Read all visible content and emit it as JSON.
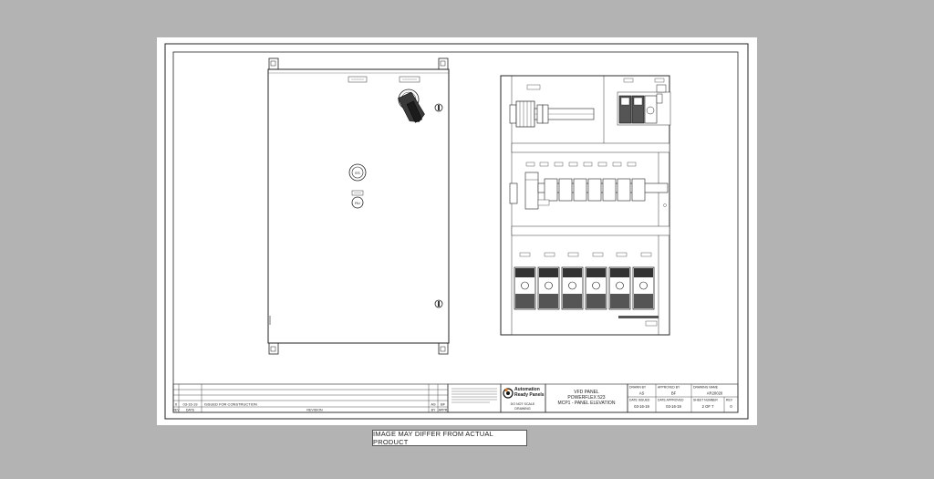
{
  "disclaimer": "IMAGE MAY DIFFER FROM ACTUAL PRODUCT",
  "door": {
    "button_labels": [
      "ES",
      "RU"
    ]
  },
  "title_block": {
    "company_line1": "Automation",
    "company_line2": "Ready Panels",
    "scale_note_line1": "DO NOT SCALE",
    "scale_note_line2": "DRAWING",
    "title_line1": "VFD PANEL",
    "title_line2": "POWERFLEX 523",
    "title_line3": "MCP1 - PANEL ELEVATION",
    "drawn_by_label": "DRAWN BY",
    "drawn_by": "AS",
    "approved_by_label": "APPROVED BY",
    "approved_by": "BF",
    "drawing_name_label": "DRAWING NAME",
    "drawing_name": "AR20020",
    "date_issued_label": "DATE ISSUED",
    "date_issued": "03-16-19",
    "date_approved_label": "DATE APPROVED",
    "date_approved": "03-16-19",
    "sheet_number_label": "SHEET NUMBER",
    "sheet_number": "2 OF 7",
    "rev_label": "REV",
    "rev": "0"
  },
  "revision_block": {
    "header_rev": "REV",
    "header_date": "DATE",
    "header_revision": "REVISION",
    "row_rev": "0",
    "row_date": "03-16-19",
    "row_description": "ISSUED FOR CONSTRUCTION",
    "row_by": "AS",
    "row_chk": "BF",
    "header_by": "BY",
    "header_chk": "APPR"
  }
}
